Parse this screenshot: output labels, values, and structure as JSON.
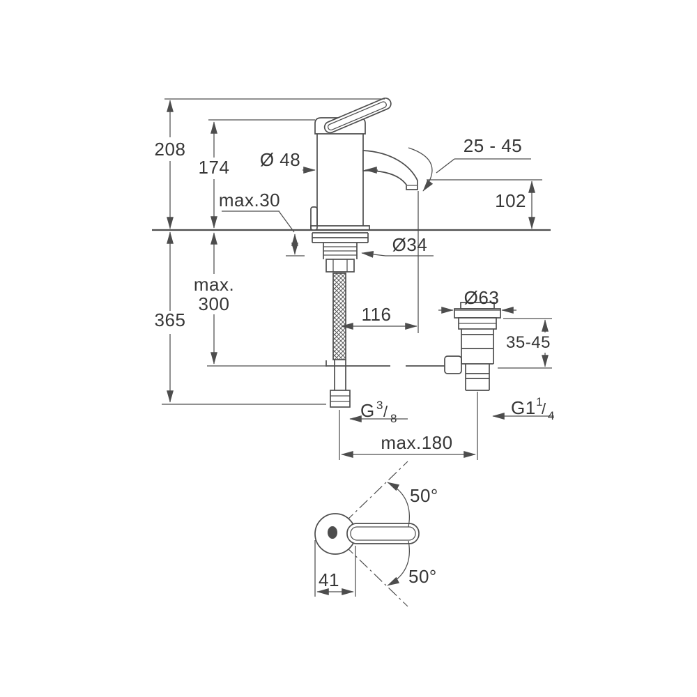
{
  "colors": {
    "background": "#ffffff",
    "line": "#4d4d4d",
    "text": "#363636"
  },
  "labels": {
    "total_height": "208",
    "body_height": "174",
    "body_diameter": "Ø 48",
    "temp_limiter_range": "25 - 45",
    "spout_height": "102",
    "max_deck_thickness": "max.30",
    "hole_diameter": "Ø34",
    "hose_depth_line1": "max.",
    "hose_depth_line2": "300",
    "total_depth": "365",
    "spout_reach": "116",
    "waste_flange_diameter": "Ø63",
    "waste_adjust_range": "35-45",
    "supply_thread_prefix": "G",
    "supply_thread_numerator": "3",
    "supply_thread_slash": "/",
    "supply_thread_denominator": "8",
    "waste_thread_prefix": "G1",
    "waste_thread_numerator": "1",
    "waste_thread_slash": "/",
    "waste_thread_denominator": "4",
    "max_center_distance": "max.180",
    "lever_swing_upper": "50°",
    "lever_swing_lower": "50°",
    "lever_offset": "41"
  }
}
